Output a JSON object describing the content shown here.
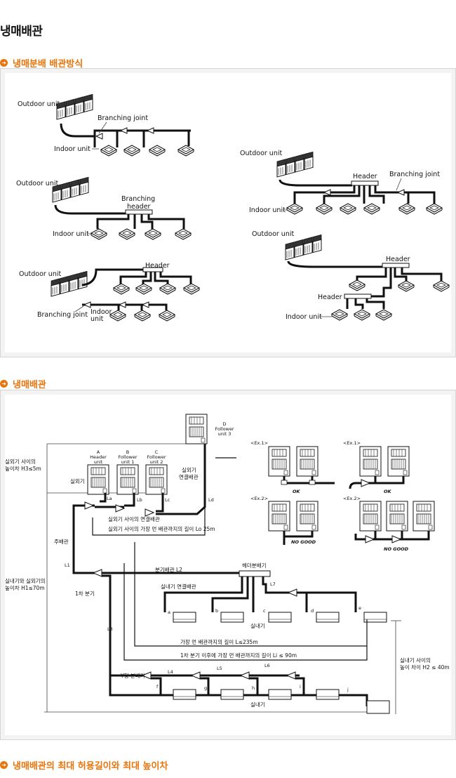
{
  "page_title": "냉매배관",
  "sections": [
    {
      "title": "냉매분배 배관방식"
    },
    {
      "title": "냉매배관"
    },
    {
      "title": "냉매배관의 최대 허용길이와 최대 높이차"
    }
  ],
  "diagram1": {
    "a": {
      "outdoor": "Outdoor unit",
      "joint": "Branching joint",
      "indoor": "Indoor unit"
    },
    "b": {
      "outdoor": "Outdoor unit",
      "header_1": "Branching",
      "header_2": "header",
      "indoor": "Indoor unit"
    },
    "c": {
      "outdoor": "Outdoor unit",
      "header": "Header",
      "joint": "Branching joint",
      "indoor_1": "Indoor",
      "indoor_2": "unit"
    },
    "d": {
      "outdoor": "Outdoor unit",
      "header": "Header",
      "joint": "Branching joint",
      "indoor": "Indoor unit"
    },
    "e": {
      "outdoor": "Outdoor unit",
      "header_top": "Header",
      "header_bottom": "Header",
      "indoor": "Indoor unit"
    }
  },
  "diagram2": {
    "unit_a": [
      "A",
      "Header",
      "unit"
    ],
    "unit_b": [
      "B",
      "Follower",
      "unit 1"
    ],
    "unit_c": [
      "C",
      "Follower",
      "unit 2"
    ],
    "unit_d": [
      "D",
      "Follower",
      "unit 3"
    ],
    "outdoor_height_1": "실외기 사이의",
    "outdoor_height_2": "높이차 H3≤5m",
    "outdoor_label": "실외기",
    "outdoor_conn_1": "실외기",
    "outdoor_conn_2": "연결배관",
    "la": "La",
    "lb": "Lb",
    "lc": "Lc",
    "ld": "Ld",
    "conn_pipe": "실외기 사이의 연결배관",
    "conn_length": "실외기 사이의 가장 먼 배관까지의 길이 Lo  25m",
    "main_pipe": "주배관",
    "l1": "L1",
    "first_branch": "1차 분기",
    "branch_pipe": "분기배관 L2",
    "header_divider": "헤더분배기",
    "indoor_conn": "실내기 연결배관",
    "l7": "L7",
    "l3": "L3",
    "indoor_height_1": "실내기와 실외기의",
    "indoor_height_2": "높이차 H1≤70m",
    "indoor_a": "a",
    "indoor_b": "b",
    "indoor_c": "c",
    "indoor_d": "d",
    "indoor_e": "e",
    "indoor_label": "실내기",
    "longest_pipe": "가장 먼 배관까지의 길이 L≤235m",
    "after_first_branch": "1차 분기 이후에 가장 먼 배관까지의 길이 Li ≤ 90m",
    "indoor_height_h2_1": "실내기 사이의",
    "indoor_height_h2_2": "높이 차이 H2 ≤ 40m",
    "y_branch": "Y형 분배기",
    "l4": "L4",
    "l5": "L5",
    "l6": "L6",
    "indoor_f": "f",
    "indoor_g": "g",
    "indoor_h": "h",
    "indoor_i": "i",
    "indoor_j": "j",
    "indoor_label_2": "실내기",
    "ex1_a": "<Ex.1>",
    "ex1_b": "<Ex.1>",
    "ex2_a": "<Ex.2>",
    "ex2_b": "<Ex.2>",
    "ok_a": "OK",
    "ok_b": "OK",
    "nogood_a": "NO GOOD",
    "nogood_b": "NO GOOD"
  }
}
